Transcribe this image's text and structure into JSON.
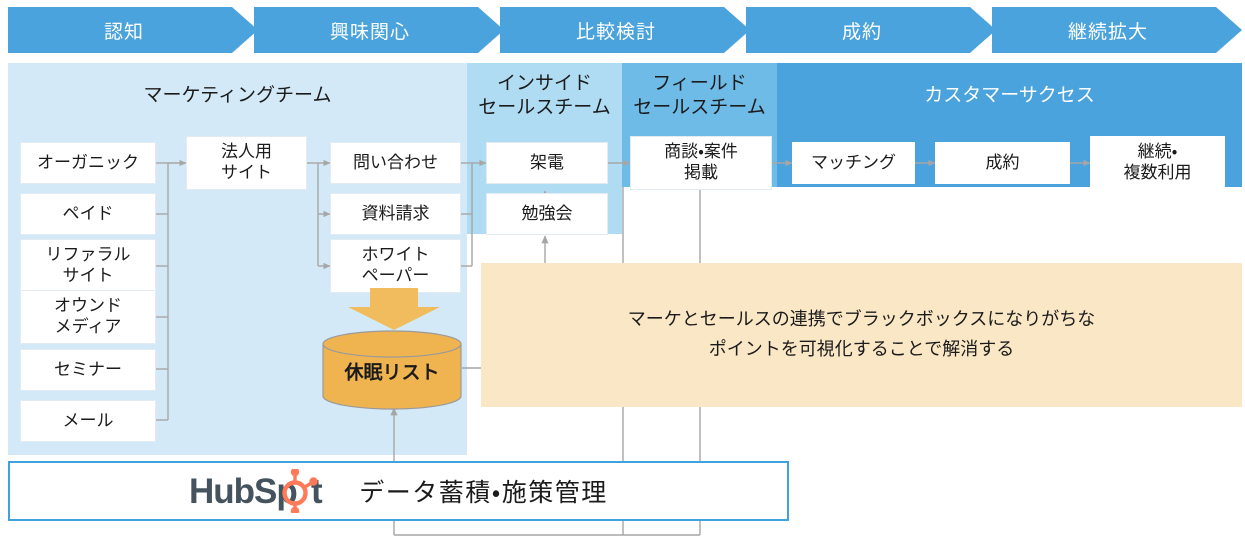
{
  "colors": {
    "chevron": "#4AA3DC",
    "panel_marketing": "#D4E9F7",
    "panel_inside_sales": "#AFDCF2",
    "panel_field_sales": "#6EBBE8",
    "panel_customer_success": "#4AA3DC",
    "callout_bg": "#FAE7C6",
    "cylinder": "#EFB450",
    "arrow_orange": "#F0BC5E",
    "connector": "#9A9A9A",
    "hubspot_border": "#3FA2DF",
    "hubspot_text": "#45535E",
    "hubspot_accent": "#FF7A59"
  },
  "stages": [
    {
      "label": "認知"
    },
    {
      "label": "興味関心"
    },
    {
      "label": "比較検討"
    },
    {
      "label": "成約"
    },
    {
      "label": "継続拡大"
    }
  ],
  "teams": [
    {
      "id": "marketing",
      "label": "マーケティングチーム"
    },
    {
      "id": "inside-sales",
      "label": "インサイド\nセールスチーム"
    },
    {
      "id": "field-sales",
      "label": "フィールド\nセールスチーム"
    },
    {
      "id": "customer-success",
      "label": "カスタマーサクセス"
    }
  ],
  "team_labels": {
    "marketing": "マーケティングチーム",
    "inside_sales_line1": "インサイド",
    "inside_sales_line2": "セールスチーム",
    "field_sales_line1": "フィールド",
    "field_sales_line2": "セールスチーム",
    "customer_success": "カスタマーサクセス"
  },
  "channels": [
    {
      "label": "オーガニック"
    },
    {
      "label": "ペイド"
    },
    {
      "label": "リファラル\nサイト"
    },
    {
      "label": "オウンド\nメディア"
    },
    {
      "label": "セミナー"
    },
    {
      "label": "メール"
    }
  ],
  "channel_labels": {
    "organic": "オーガニック",
    "paid": "ペイド",
    "referral_l1": "リファラル",
    "referral_l2": "サイト",
    "owned_l1": "オウンド",
    "owned_l2": "メディア",
    "seminar": "セミナー",
    "mail": "メール"
  },
  "site": {
    "line1": "法人用",
    "line2": "サイト"
  },
  "conversions": [
    {
      "label": "問い合わせ"
    },
    {
      "label": "資料請求"
    },
    {
      "label": "ホワイト\nペーパー"
    }
  ],
  "conversion_labels": {
    "inquiry": "問い合わせ",
    "document_request": "資料請求",
    "whitepaper_l1": "ホワイト",
    "whitepaper_l2": "ペーパー"
  },
  "inside_sales_nodes": {
    "call": "架電",
    "study_session": "勉強会"
  },
  "field_sales_nodes": {
    "deal_l1": "商談・案件",
    "deal_l2": "掲載"
  },
  "customer_success_nodes": {
    "matching": "マッチング",
    "contract": "成約",
    "renewal_l1": "継続・",
    "renewal_l2": "複数利用"
  },
  "database": {
    "label": "休眠リスト"
  },
  "callout": {
    "line1": "マーケとセールスの連携でブラックボックスになりがちな",
    "line2": "ポイントを可視化することで解消する"
  },
  "hubspot": {
    "logo_text": "HubSp",
    "logo_text_tail": "t",
    "caption": "データ蓄積・施策管理"
  }
}
